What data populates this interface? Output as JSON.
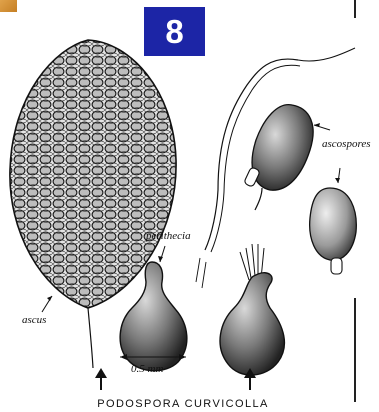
{
  "badge": {
    "number": "8"
  },
  "labels": {
    "ascus": "ascus",
    "perithecia": "perithecia",
    "ascospores": "ascospores",
    "scale": "0.5 mm"
  },
  "caption": "PODOSPORA CURVICOLLA",
  "colors": {
    "badge_bg": "#1c25a6",
    "badge_text": "#ffffff",
    "ink": "#111111",
    "corner": "#d99a3f"
  },
  "icons": {
    "arrow_left": "arrow-up-icon",
    "arrow_right": "arrow-up-icon"
  }
}
